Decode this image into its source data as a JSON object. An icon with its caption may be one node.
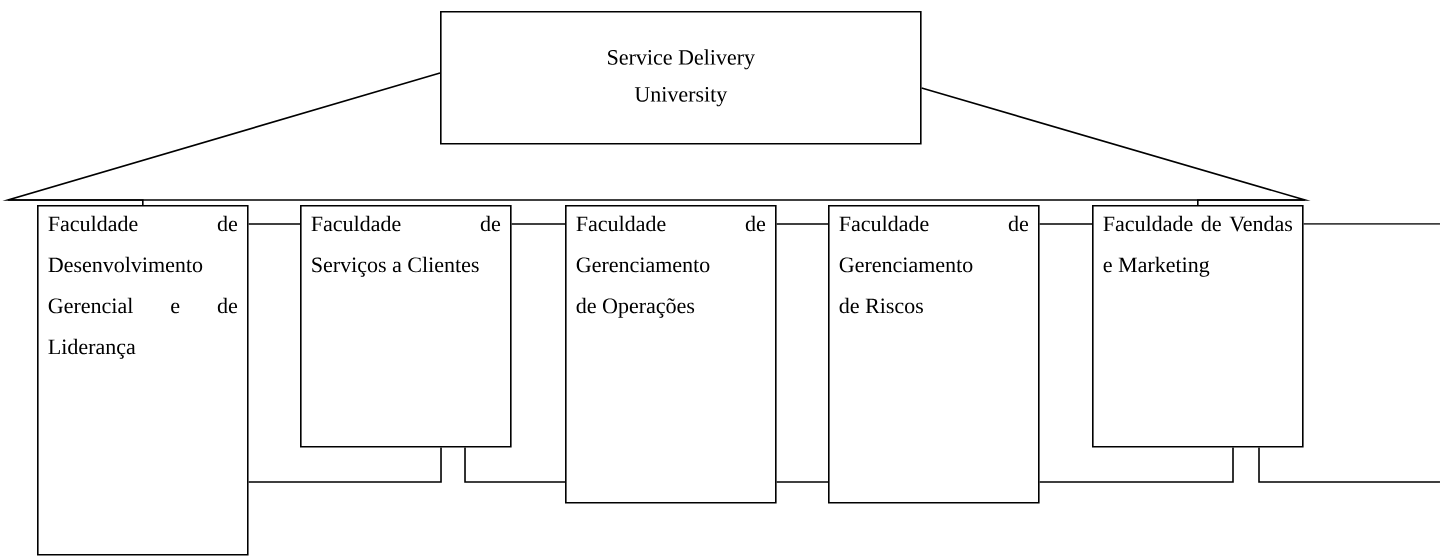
{
  "diagram": {
    "nodes": [
      {
        "text": [
          "Service Delivery University"
        ]
      },
      {
        "text": [
          "Faculdade de Desenvolvimento Gerencial e de Liderança"
        ]
      },
      {
        "text": [
          "Faculdade de Serviços a Clientes"
        ]
      },
      {
        "text": [
          "Faculdade de Gerenciamento de Operações"
        ]
      },
      {
        "text": [
          "Faculdade de Gerenciamento de Riscos"
        ]
      },
      {
        "text": [
          "Faculdade de Vendas e Marketing"
        ]
      }
    ],
    "edges": [
      {
        "from": 0,
        "to": 1,
        "arrow": "none"
      },
      {
        "from": 0,
        "to": 5,
        "arrow": "none"
      },
      {
        "from": 1,
        "to": 2,
        "arrow": "none"
      },
      {
        "from": 2,
        "to": 3,
        "arrow": "none"
      },
      {
        "from": 3,
        "to": 4,
        "arrow": "none"
      },
      {
        "from": 4,
        "to": 5,
        "arrow": "none"
      },
      {
        "from": 1,
        "to": 2,
        "arrow": "none"
      },
      {
        "from": 2,
        "to": 3,
        "arrow": "none"
      },
      {
        "from": 3,
        "to": 4,
        "arrow": "none"
      },
      {
        "from": 4,
        "to": 5,
        "arrow": "none"
      },
      {
        "from": 5,
        "to": null,
        "arrow": "none"
      },
      {
        "from": 5,
        "to": null,
        "arrow": "none"
      }
    ]
  }
}
